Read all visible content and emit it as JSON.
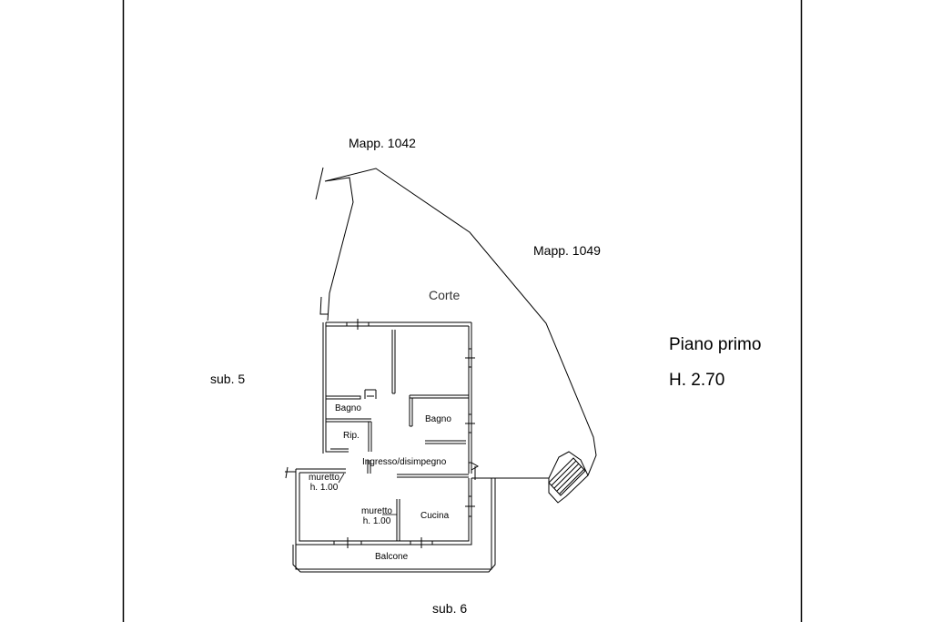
{
  "sheet": {
    "title": "Piano primo",
    "height": "H. 2.70"
  },
  "neighbors": {
    "north_west": "Mapp. 1042",
    "north_east": "Mapp. 1049",
    "west": "sub. 5",
    "south": "sub. 6"
  },
  "yard": "Corte",
  "rooms": {
    "bath_1": "Bagno",
    "storage": "Rip.",
    "bath_2": "Bagno",
    "hall": "Ingresso/disimpegno",
    "kitchen": "Cucina",
    "balcony": "Balcone"
  },
  "notes": {
    "low_wall_west": [
      "muretto",
      "h. 1.00"
    ],
    "low_wall_center": [
      "muretto",
      "h. 1.00"
    ]
  }
}
